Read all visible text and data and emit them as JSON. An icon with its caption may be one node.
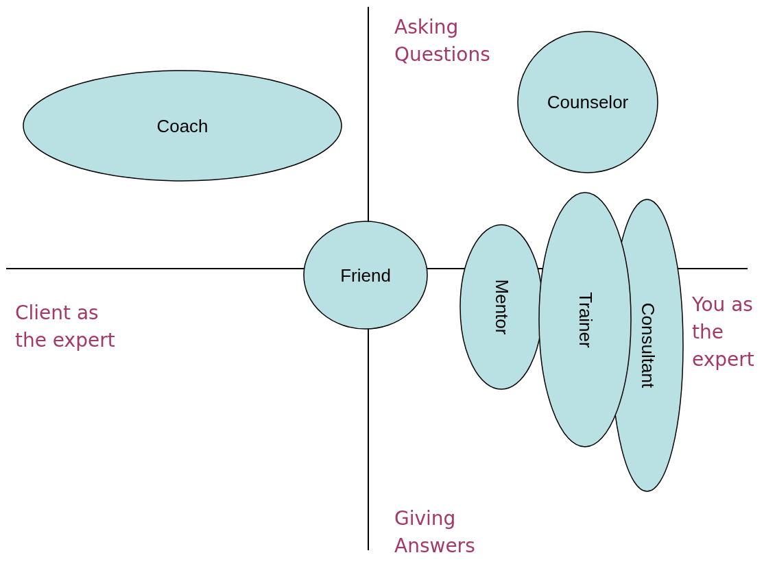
{
  "diagram": {
    "nodes": [
      {
        "text": [
          "Coach"
        ]
      },
      {
        "text": [
          "Counselor"
        ]
      },
      {
        "text": [
          "Friend"
        ]
      },
      {
        "text": [
          "Mentor"
        ]
      },
      {
        "text": [
          "Trainer"
        ]
      },
      {
        "text": [
          "Consultant"
        ]
      }
    ],
    "labels": [
      "Asking Questions",
      "Client as the expert",
      "You as the expert",
      "Giving Answers"
    ]
  }
}
